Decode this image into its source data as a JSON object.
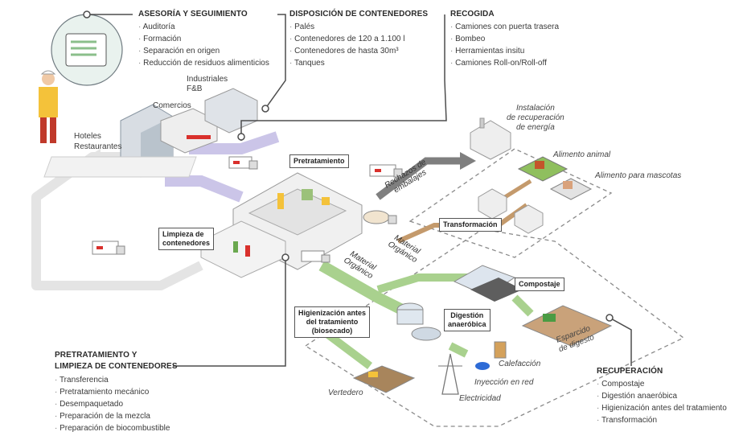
{
  "sections": {
    "asesoria": {
      "title": "ASESORÍA Y SEGUIMIENTO",
      "items": [
        "Auditoría",
        "Formación",
        "Separación en origen",
        "Reducción de residuos alimenticios"
      ]
    },
    "disposicion": {
      "title": "DISPOSICIÓN DE CONTENEDORES",
      "items": [
        "Palés",
        "Contenedores de 120 a 1.100 l",
        "Contenedores de hasta 30m³",
        "Tanques"
      ]
    },
    "recogida": {
      "title": "RECOGIDA",
      "items": [
        "Camiones con puerta trasera",
        "Bombeo",
        "Herramientas insitu",
        "Camiones Roll-on/Roll-off"
      ]
    },
    "pretratamiento": {
      "title_line1": "PRETRATAMIENTO Y",
      "title_line2": "LIMPIEZA DE CONTENEDORES",
      "items": [
        "Transferencia",
        "Pretratamiento mecánico",
        "Desempaquetado",
        "Preparación de la mezcla",
        "Preparación de biocombustible"
      ]
    },
    "recuperacion": {
      "title": "RECUPERACIÓN",
      "items": [
        "Compostaje",
        "Digestión anaeróbica",
        "Higienización antes del tratamiento",
        "Transformación"
      ]
    }
  },
  "sources": {
    "industriales_1": "Industriales",
    "industriales_2": "F&B",
    "comercios": "Comercios",
    "hoteles": "Hoteles",
    "restaurantes": "Restaurantes"
  },
  "process_boxes": {
    "pretratamiento": "Pretratamiento",
    "limpieza_1": "Limpieza de",
    "limpieza_2": "contenedores",
    "transformacion": "Transformación",
    "compostaje": "Compostaje",
    "higienizacion_1": "Higienización antes",
    "higienizacion_2": "del tratamiento",
    "higienizacion_3": "(biosecado)",
    "digestion_1": "Digestión",
    "digestion_2": "anaeróbica"
  },
  "flow_labels": {
    "rechazos_1": "Rechazos de",
    "rechazos_2": "embalajes",
    "material_1": "Material",
    "material_2": "Orgánico"
  },
  "outcomes": {
    "instalacion_1": "Instalación",
    "instalacion_2": "de recuperación",
    "instalacion_3": "de energía",
    "alimento_animal": "Alimento animal",
    "alimento_mascotas": "Alimento para mascotas",
    "esparcido_1": "Esparcido",
    "esparcido_2": "de digesto",
    "calefaccion": "Calefacción",
    "inyeccion": "Inyección en red",
    "electricidad": "Electricidad",
    "vertedero": "Vertedero"
  },
  "colors": {
    "purple_flow": "#cbc5e8",
    "gray_flow": "#7f7f7f",
    "tan_flow": "#c49a6c",
    "green_flow": "#a9d18e",
    "callout_line": "#4d4d4d",
    "dashed": "#8a8a8a",
    "truck_red": "#d9302c"
  }
}
